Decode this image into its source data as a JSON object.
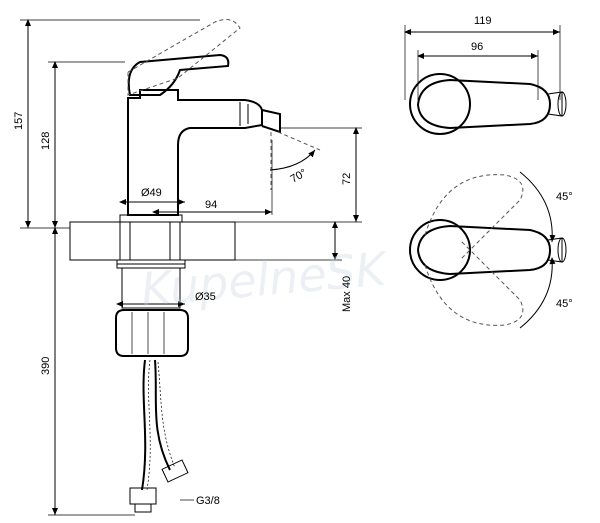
{
  "dimensions": {
    "height_total": "157",
    "height_body": "128",
    "height_spout": "72",
    "height_hose": "390",
    "max_thickness": "Max 40",
    "diameter_body": "Ø49",
    "reach": "94",
    "diameter_thread": "Ø35",
    "angle_spout": "70°",
    "width_total": "119",
    "width_handle": "96",
    "angle_top": "45°",
    "angle_bottom": "45°",
    "connection": "G3/8"
  },
  "watermark": "KupelneSK"
}
